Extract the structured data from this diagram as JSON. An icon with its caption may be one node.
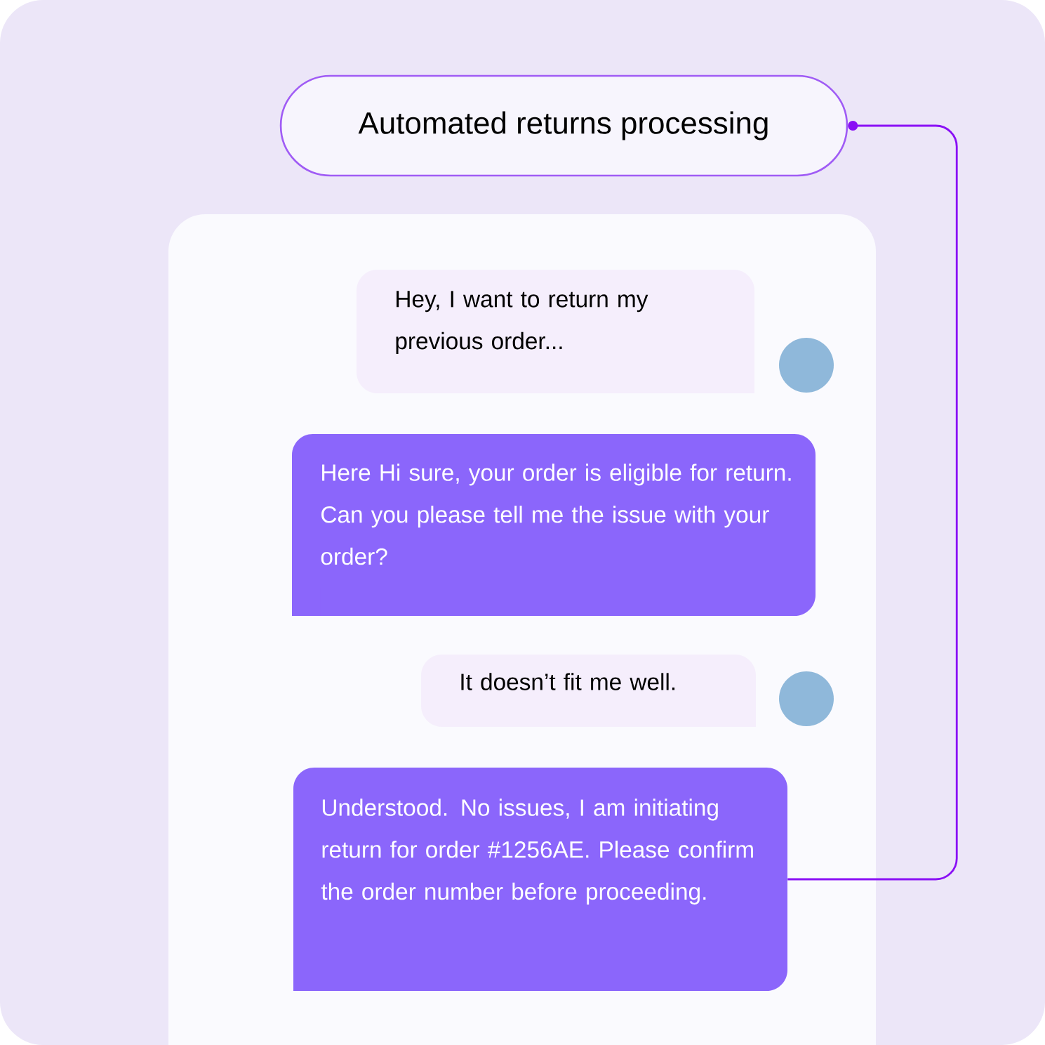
{
  "diagram": {
    "nodes": [
      {
        "text": [
          "Automated returns processing"
        ]
      },
      {
        "text": [],
        "shape": "box"
      },
      {
        "text": [
          "Hey, I want to return my previous order..."
        ],
        "in": 1
      },
      {
        "text": [
          "Here Hi sure, your order is eligible for return. Can you please tell me the issue with your order?"
        ],
        "in": 1
      },
      {
        "text": [
          "It doesn’t fit me well."
        ],
        "in": 1
      },
      {
        "text": [
          "Understood. No issues, I am initiating return for order #1256AE. Please confirm the order number before proceeding."
        ],
        "in": 1
      }
    ],
    "edges": [
      {
        "from": 0,
        "to": 5,
        "arrow": "other",
        "color": "#8a10f5"
      }
    ]
  }
}
